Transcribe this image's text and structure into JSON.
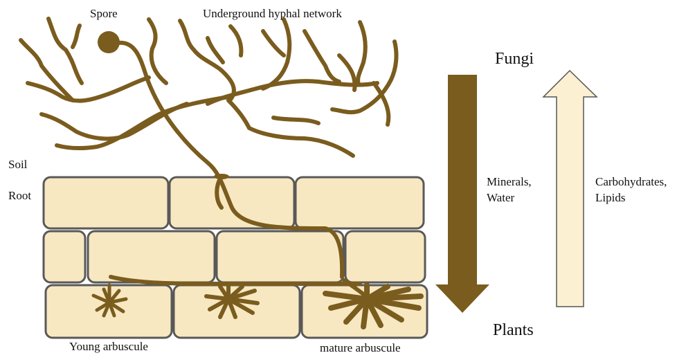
{
  "colors": {
    "hypha": "#7a5c1e",
    "cell_fill": "#f7e8c2",
    "cell_border": "#595959",
    "down_arrow": "#7a5c1e",
    "up_arrow_fill": "#fcf0d2",
    "up_arrow_stroke": "#555555"
  },
  "labels": {
    "spore": "Spore",
    "network": "Underground hyphal network",
    "soil": "Soil",
    "root": "Root",
    "fungi": "Fungi",
    "plants": "Plants",
    "minerals_line1": "Minerals,",
    "minerals_line2": "Water",
    "carbs_line1": "Carbohydrates,",
    "carbs_line2": "Lipids",
    "young_arbuscule": "Young arbuscule",
    "mature_arbuscule": "mature arbuscule"
  },
  "icons": {
    "down_arrow": "arrow-down-icon",
    "up_arrow": "arrow-up-icon"
  }
}
